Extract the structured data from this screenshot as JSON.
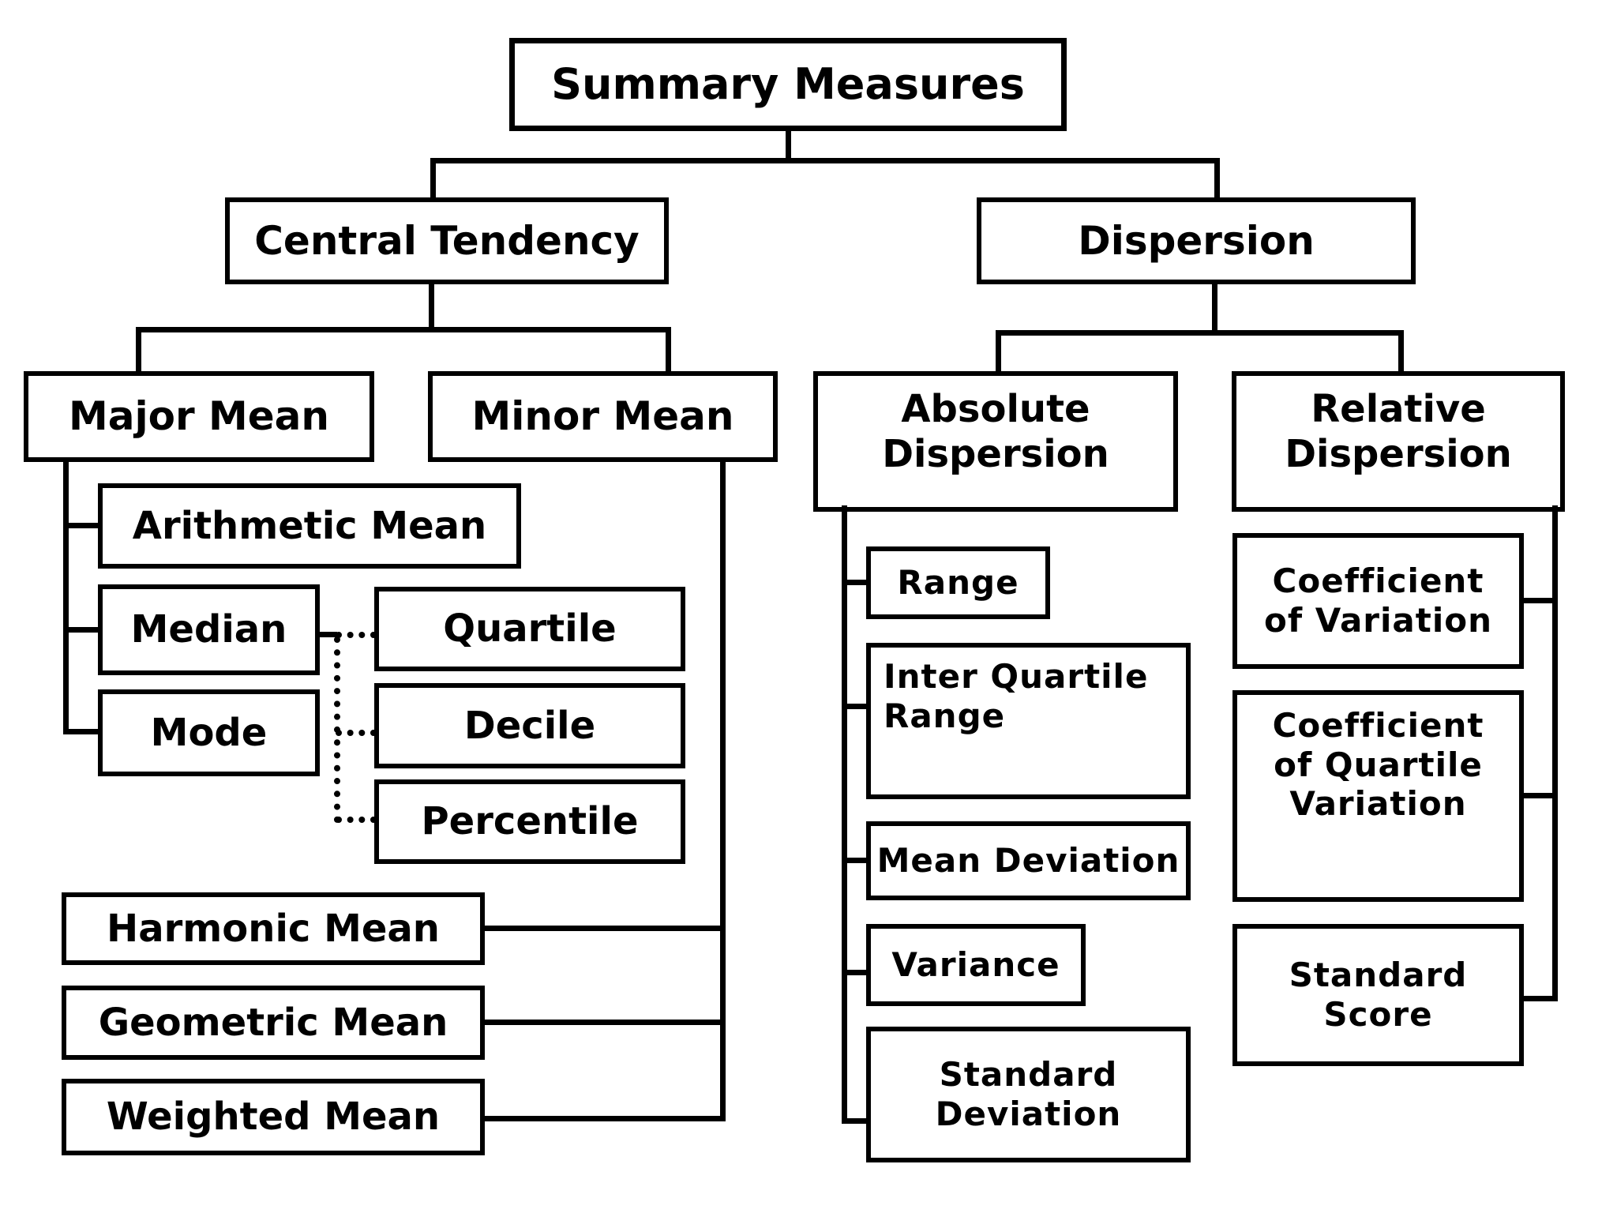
{
  "diagram_title": "Summary Measures",
  "nodes": {
    "summary": {
      "label": "Summary Measures"
    },
    "central": {
      "label": "Central Tendency"
    },
    "dispersion": {
      "label": "Dispersion"
    },
    "major": {
      "label": "Major Mean"
    },
    "minor": {
      "label": "Minor Mean"
    },
    "absolute": {
      "label": "Absolute\nDispersion"
    },
    "relative": {
      "label": "Relative\nDispersion"
    },
    "arithmetic": {
      "label": "Arithmetic Mean"
    },
    "median": {
      "label": "Median"
    },
    "quartile": {
      "label": "Quartile"
    },
    "mode": {
      "label": "Mode"
    },
    "decile": {
      "label": "Decile"
    },
    "percentile": {
      "label": "Percentile"
    },
    "harmonic": {
      "label": "Harmonic Mean"
    },
    "geometric": {
      "label": "Geometric Mean"
    },
    "weighted": {
      "label": "Weighted Mean"
    },
    "range": {
      "label": "Range"
    },
    "iqr": {
      "label": "Inter Quartile\nRange"
    },
    "meandev": {
      "label": "Mean Deviation"
    },
    "variance": {
      "label": "Variance"
    },
    "stddev": {
      "label": "Standard\nDeviation"
    },
    "coefvar": {
      "label": "Coefficient\nof Variation"
    },
    "coefquart": {
      "label": "Coefficient\nof Quartile\nVariation"
    },
    "stdscore": {
      "label": "Standard\nScore"
    }
  },
  "edges": [
    {
      "from": "summary",
      "to": "central",
      "style": "solid"
    },
    {
      "from": "summary",
      "to": "dispersion",
      "style": "solid"
    },
    {
      "from": "central",
      "to": "major",
      "style": "solid"
    },
    {
      "from": "central",
      "to": "minor",
      "style": "solid"
    },
    {
      "from": "major",
      "to": "arithmetic",
      "style": "solid"
    },
    {
      "from": "major",
      "to": "median",
      "style": "solid"
    },
    {
      "from": "major",
      "to": "mode",
      "style": "solid"
    },
    {
      "from": "median",
      "to": "quartile",
      "style": "dotted"
    },
    {
      "from": "median",
      "to": "decile",
      "style": "dotted"
    },
    {
      "from": "median",
      "to": "percentile",
      "style": "dotted"
    },
    {
      "from": "minor",
      "to": "harmonic",
      "style": "solid"
    },
    {
      "from": "minor",
      "to": "geometric",
      "style": "solid"
    },
    {
      "from": "minor",
      "to": "weighted",
      "style": "solid"
    },
    {
      "from": "dispersion",
      "to": "absolute",
      "style": "solid"
    },
    {
      "from": "dispersion",
      "to": "relative",
      "style": "solid"
    },
    {
      "from": "absolute",
      "to": "range",
      "style": "solid"
    },
    {
      "from": "absolute",
      "to": "iqr",
      "style": "solid"
    },
    {
      "from": "absolute",
      "to": "meandev",
      "style": "solid"
    },
    {
      "from": "absolute",
      "to": "variance",
      "style": "solid"
    },
    {
      "from": "absolute",
      "to": "stddev",
      "style": "solid"
    },
    {
      "from": "relative",
      "to": "coefvar",
      "style": "solid"
    },
    {
      "from": "relative",
      "to": "coefquart",
      "style": "solid"
    },
    {
      "from": "relative",
      "to": "stdscore",
      "style": "solid"
    }
  ],
  "colors": {
    "background": "#ffffff",
    "box_fill": "#ffffff",
    "line": "#000000",
    "text": "#000000"
  }
}
